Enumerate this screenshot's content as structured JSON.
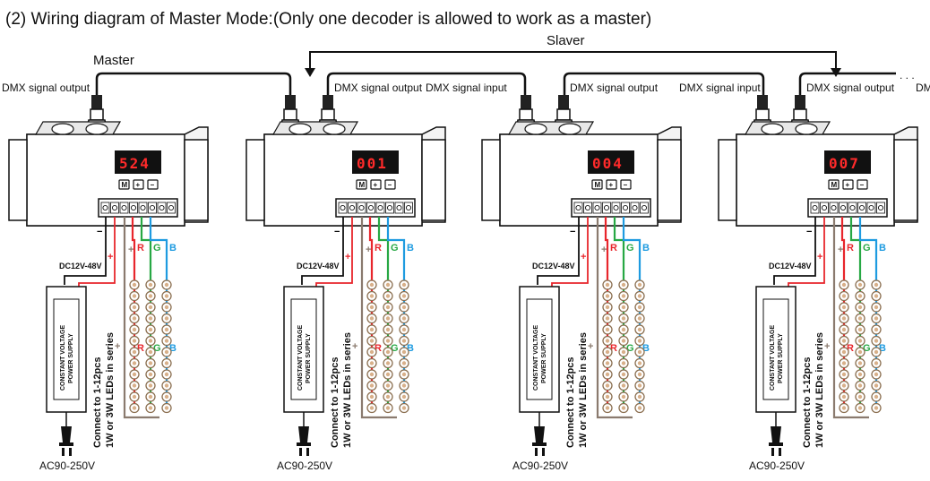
{
  "title": "(2) Wiring diagram of Master Mode:(Only one decoder is allowed to work as a master)",
  "master_label": "Master",
  "slaver_label": "Slaver",
  "ellipsis": ". . .",
  "colors": {
    "red": "#e8262c",
    "green": "#27a844",
    "blue": "#1e9be0",
    "brown": "#8a7a6e",
    "display": "#ff2a2a"
  },
  "decoders": [
    {
      "display": "524",
      "dmx_in": "",
      "dmx_out": "DMX signal output"
    },
    {
      "display": "001",
      "dmx_in": "DMX signal input",
      "dmx_out": "DMX signal output"
    },
    {
      "display": "004",
      "dmx_in": "DMX signal input",
      "dmx_out": "DMX signal output"
    },
    {
      "display": "007",
      "dmx_in": "DMX signal input",
      "dmx_out": "DMX signal output"
    }
  ],
  "buttons": [
    "M",
    "+",
    "−"
  ],
  "wiring": {
    "voltage": "DC12V-48V",
    "minus": "−",
    "plus": "+",
    "psu_line1": "CONSTANT VOLTAGE",
    "psu_line2": "POWER SUPPLY",
    "led_note_line1": "Connect to 1-12pcs",
    "led_note_line2": "1W or 3W LEDs in series",
    "ac": "AC90-250V",
    "channels": [
      "R",
      "G",
      "B"
    ]
  }
}
